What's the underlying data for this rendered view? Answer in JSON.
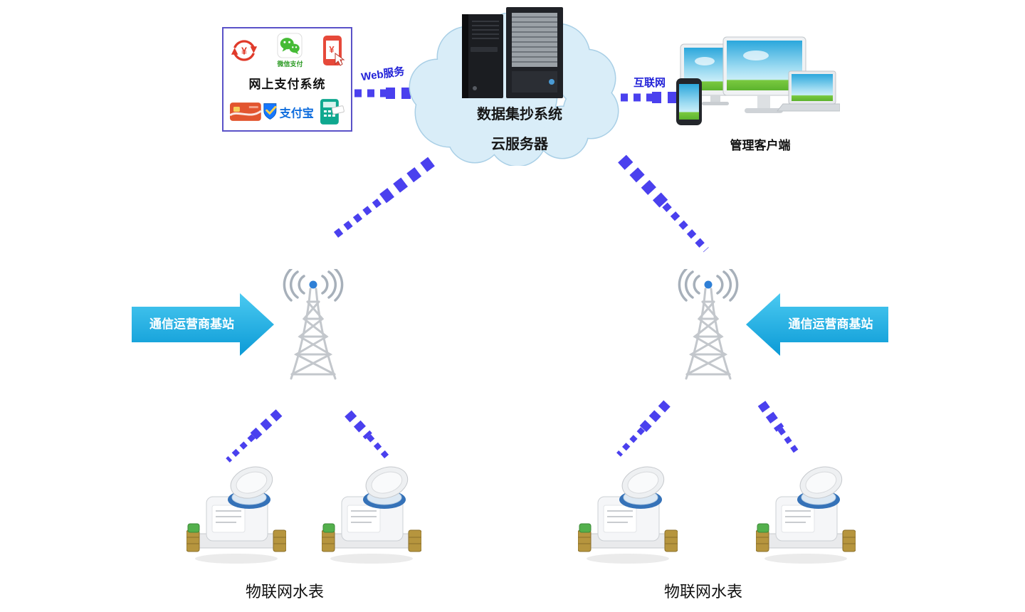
{
  "diagram": {
    "payment_box": {
      "title": "网上支付系统",
      "wechat_caption": "微信支付",
      "alipay_caption": "支付宝"
    },
    "links": {
      "web_service": "Web服务",
      "internet": "互联网"
    },
    "cloud_server": {
      "line1": "数据集抄系统",
      "line2": "云服务器"
    },
    "management_client": {
      "label": "管理客户端"
    },
    "base_stations": {
      "left_label": "通信运营商基站",
      "right_label": "通信运营商基站"
    },
    "water_meters": {
      "left_label": "物联网水表",
      "right_label": "物联网水表"
    },
    "colors": {
      "dash_blue": "#4a40ee",
      "link_label_blue": "#2323d8",
      "arrow_cyan": "#17ade4",
      "cloud_fill": "#d9edf8"
    }
  }
}
